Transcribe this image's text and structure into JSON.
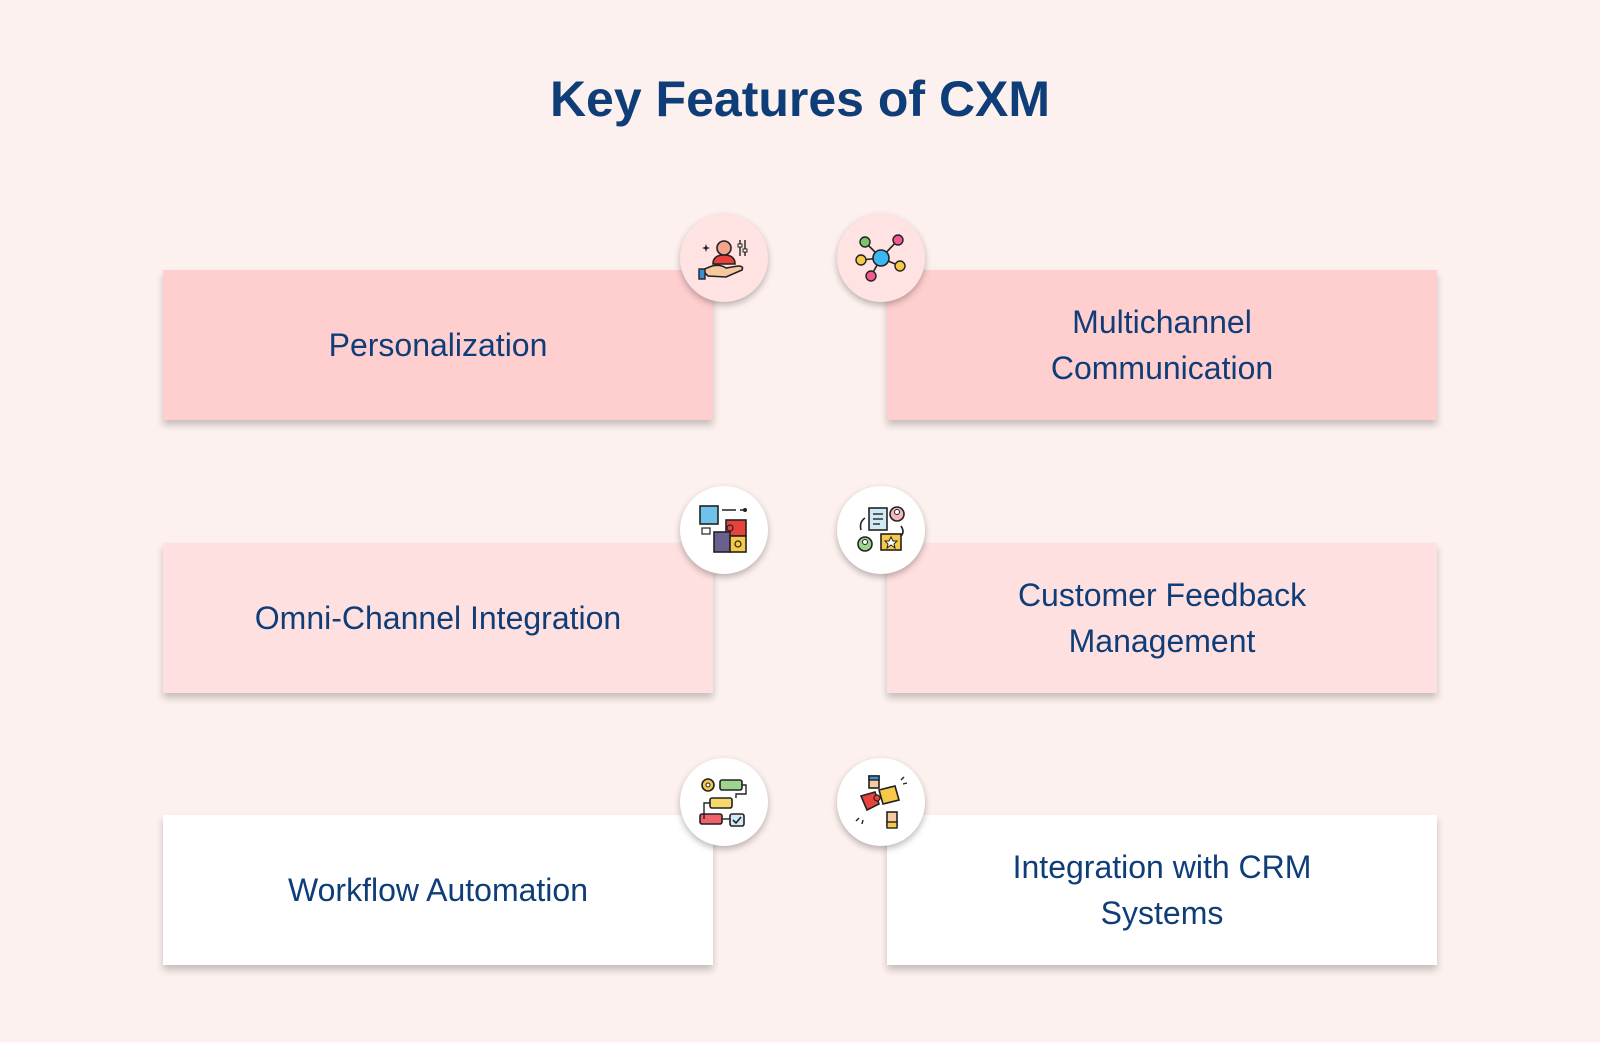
{
  "title": "Key Features of CXM",
  "features": [
    {
      "label": "Personalization",
      "icon": "personalization-hand-user-icon"
    },
    {
      "label": "Multichannel\nCommunication",
      "icon": "network-nodes-icon"
    },
    {
      "label": "Omni-Channel Integration",
      "icon": "puzzle-integration-icon"
    },
    {
      "label": "Customer Feedback\nManagement",
      "icon": "feedback-cycle-icon"
    },
    {
      "label": "Workflow Automation",
      "icon": "workflow-gear-icon"
    },
    {
      "label": "Integration with CRM\nSystems",
      "icon": "hands-puzzle-icon"
    }
  ],
  "colors": {
    "title": "#0f3d78",
    "row1_card": "#ffcfcf",
    "row2_card": "#ffe0e0",
    "row3_card": "#ffffff",
    "background": "#fdf1ef"
  }
}
